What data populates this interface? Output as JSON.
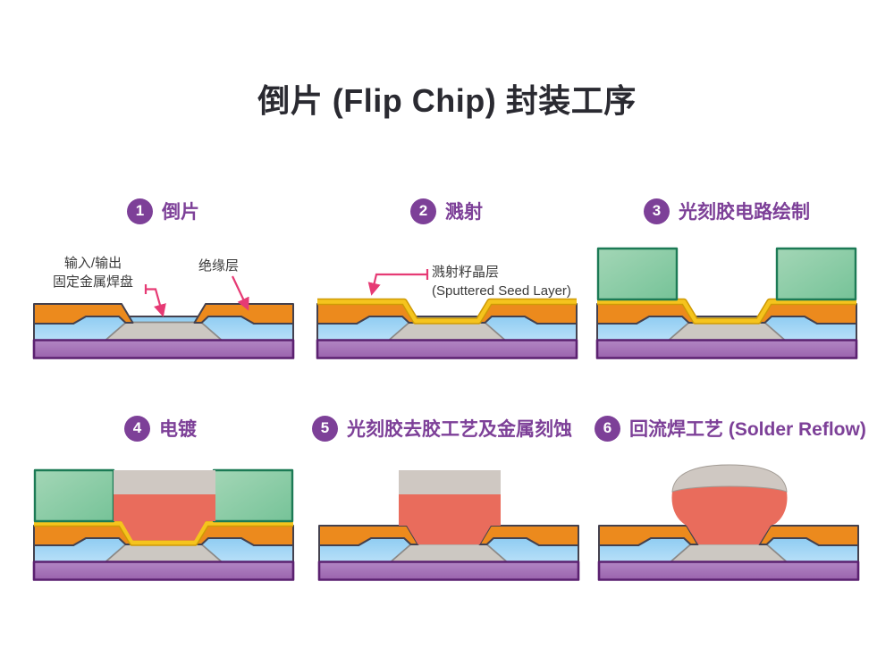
{
  "title": "倒片 (Flip Chip) 封装工序",
  "steps": [
    {
      "num": "1",
      "label": "倒片"
    },
    {
      "num": "2",
      "label": "溅射"
    },
    {
      "num": "3",
      "label": "光刻胶电路绘制"
    },
    {
      "num": "4",
      "label": "电镀"
    },
    {
      "num": "5",
      "label": "光刻胶去胶工艺及金属刻蚀"
    },
    {
      "num": "6",
      "label": "回流焊工艺 (Solder Reflow)"
    }
  ],
  "annotations": {
    "io_pad_line1": "输入/输出",
    "io_pad_line2": "固定金属焊盘",
    "insulation_label": "绝缘层",
    "seed_line1": "溅射籽晶层",
    "seed_line2": "(Sputtered Seed Layer)"
  },
  "colors": {
    "accent_purple": "#7d4098",
    "title_text": "#2a2a31",
    "label_text": "#3b3b3b",
    "arrow_pink": "#e63a74",
    "insulation_orange": "#ec8a1d",
    "passivation_blue_top": "#8fccf2",
    "passivation_blue_bottom": "#c9e8fb",
    "pad_gray": "#ccc8c2",
    "pad_border": "#8b8987",
    "substrate_purple_top": "#b286c4",
    "substrate_purple_bottom": "#9a63ad",
    "substrate_border": "#5b2170",
    "seed_gold": "#f5c41d",
    "seed_gold_edge": "#cf9a06",
    "resist_green_light": "#a3d6b6",
    "resist_green_dark": "#76c398",
    "resist_border": "#1c7a55",
    "plated_red": "#e96c5c",
    "solder_gray": "#cfc8c2",
    "outline_dark": "#44414e"
  },
  "diagrams": [
    {
      "id": 1,
      "variant": "base",
      "callouts": [
        "io_pad",
        "insulation"
      ]
    },
    {
      "id": 2,
      "variant": "seed",
      "callouts": [
        "seed"
      ]
    },
    {
      "id": 3,
      "variant": "resist",
      "callouts": []
    },
    {
      "id": 4,
      "variant": "plated",
      "callouts": []
    },
    {
      "id": 5,
      "variant": "column",
      "callouts": []
    },
    {
      "id": 6,
      "variant": "reflow",
      "callouts": []
    }
  ]
}
